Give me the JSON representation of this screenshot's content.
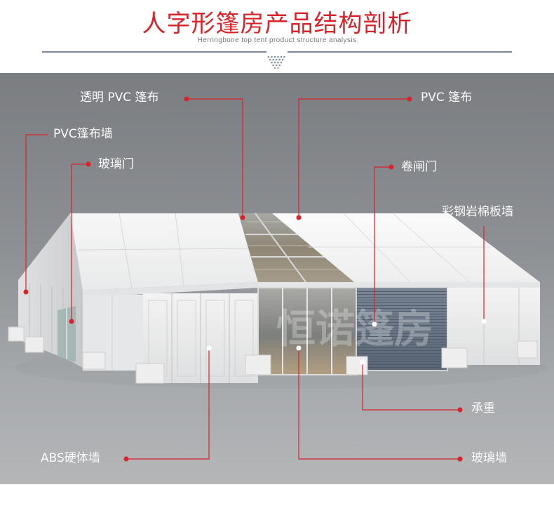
{
  "header": {
    "title": "人字形篷房产品结构剖析",
    "subtitle": "Herringbone top tent product structure analysis"
  },
  "tent": {
    "watermark": "恒诺篷房"
  },
  "labels": {
    "transparent_pvc": "透明 PVC 篷布",
    "pvc_cover": "PVC 篷布",
    "pvc_wall": "PVC篷布墙",
    "glass_door": "玻璃门",
    "rolling_door": "卷闸门",
    "sandwich_wall": "彩钢岩棉板墙",
    "load_bearing": "承重",
    "abs_wall": "ABS硬体墙",
    "glass_wall": "玻璃墙"
  },
  "colors": {
    "accent": "#d8232a",
    "background": "#8e9195",
    "rule": "#7c8896"
  }
}
